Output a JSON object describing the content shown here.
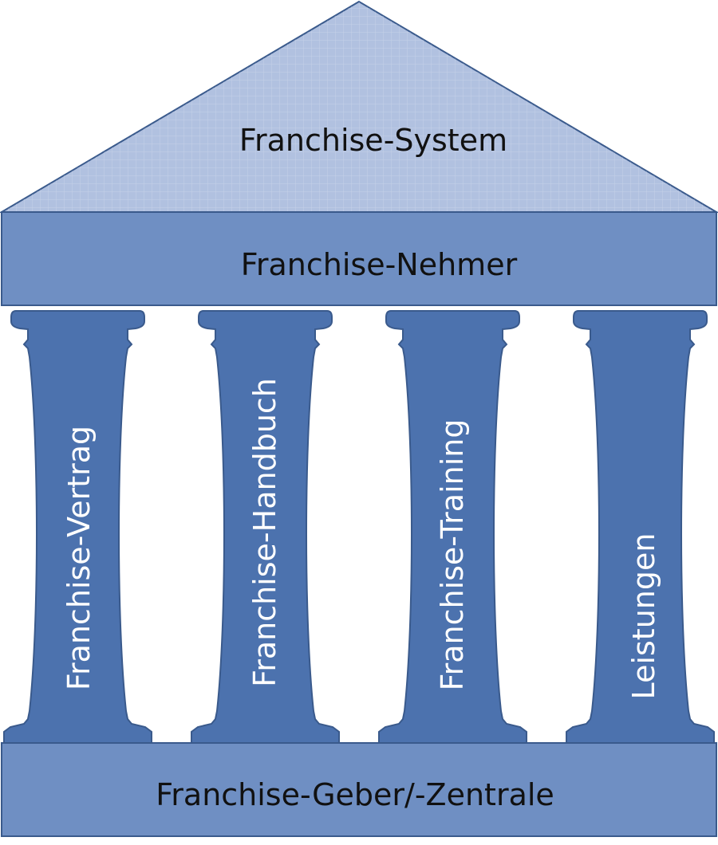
{
  "roof": {
    "label": "Franchise-System",
    "color": "#b1c1e0"
  },
  "beam": {
    "label": "Franchise-Nehmer",
    "color": "#6f8fc3"
  },
  "columns": [
    {
      "label": "Franchise-Vertrag"
    },
    {
      "label": "Franchise-Handbuch"
    },
    {
      "label": "Franchise-Training"
    },
    {
      "label": "Leistungen"
    }
  ],
  "column_color": "#4c72ae",
  "base": {
    "label": "Franchise-Geber/-Zentrale",
    "color": "#6f8fc3"
  },
  "outline_color": "#3a5a8c"
}
